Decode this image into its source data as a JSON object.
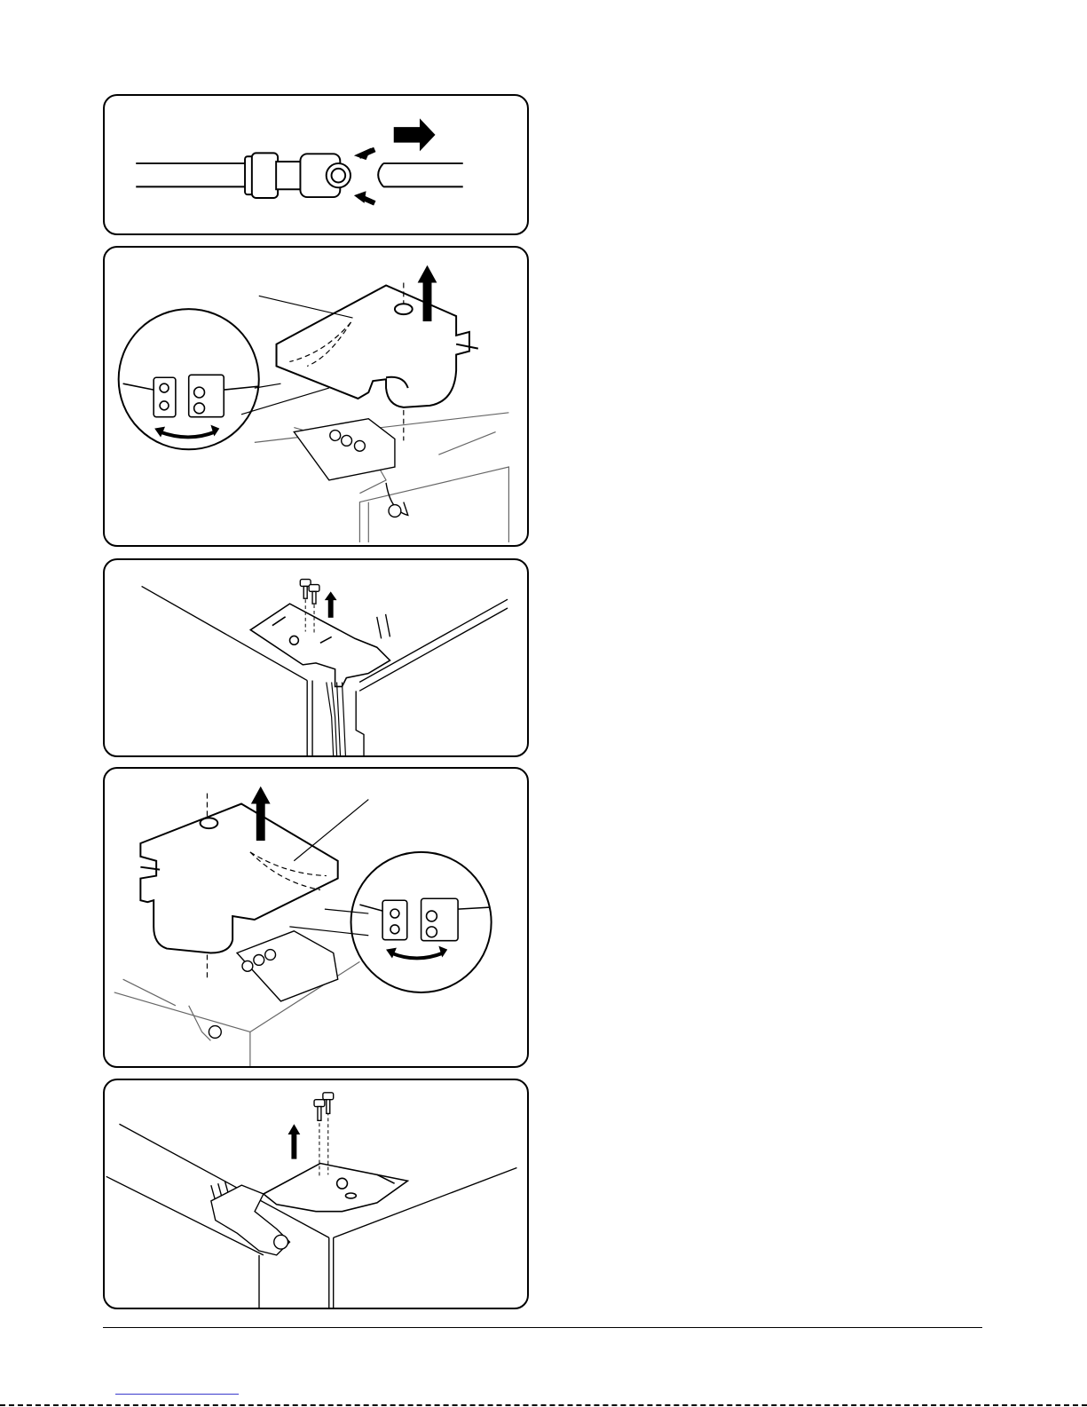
{
  "page": {
    "figures": [
      {
        "name": "hose-release-figure",
        "icons": [
          "push-fitting-icon",
          "release-arrow-icon"
        ]
      },
      {
        "name": "cover-remove-figure-left",
        "icons": [
          "connector-icon",
          "up-arrow-icon",
          "rotate-arrow-icon"
        ]
      },
      {
        "name": "screws-remove-figure-left",
        "icons": [
          "screw-icon",
          "up-arrow-icon"
        ]
      },
      {
        "name": "cover-remove-figure-right",
        "icons": [
          "connector-icon",
          "up-arrow-icon",
          "rotate-arrow-icon"
        ]
      },
      {
        "name": "screws-remove-figure-right",
        "icons": [
          "screw-icon",
          "up-arrow-icon"
        ]
      }
    ],
    "colors": {
      "line": "#000000",
      "fill": "#ffffff",
      "gray": "#888888",
      "link": "#3a3acc"
    }
  }
}
